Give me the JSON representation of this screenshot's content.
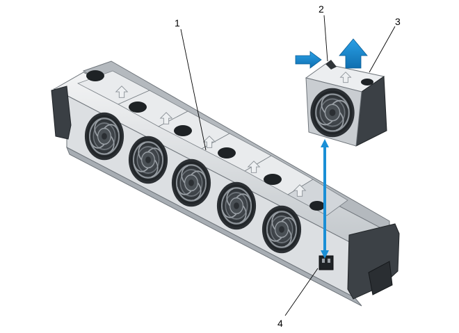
{
  "callouts": [
    {
      "id": "1",
      "label": "1"
    },
    {
      "id": "2",
      "label": "2"
    },
    {
      "id": "3",
      "label": "3"
    },
    {
      "id": "4",
      "label": "4"
    }
  ],
  "colors": {
    "metal_light": "#e6e8ea",
    "metal_mid": "#c9cdd1",
    "metal_dark": "#8a9096",
    "fan_body": "#3d4246",
    "fan_dark": "#1f2326",
    "arrow_blue": "#1a8fd6",
    "leader": "#000000"
  },
  "icons": [
    "fan-icon",
    "press-arrow-icon",
    "lift-arrow-icon",
    "alignment-arrow-icon"
  ]
}
